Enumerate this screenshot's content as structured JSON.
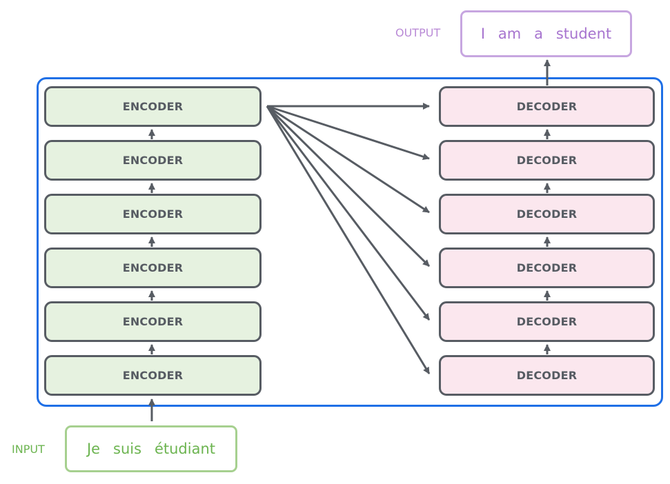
{
  "colors": {
    "container_border": "#1f6fe6",
    "encoder_fill": "#e6f2e0",
    "decoder_fill": "#fbe7ee",
    "box_border": "#575c63",
    "arrow": "#575c63",
    "input": "#6cb450",
    "output": "#a774cf"
  },
  "encoders": [
    {
      "label": "ENCODER"
    },
    {
      "label": "ENCODER"
    },
    {
      "label": "ENCODER"
    },
    {
      "label": "ENCODER"
    },
    {
      "label": "ENCODER"
    },
    {
      "label": "ENCODER"
    }
  ],
  "decoders": [
    {
      "label": "DECODER"
    },
    {
      "label": "DECODER"
    },
    {
      "label": "DECODER"
    },
    {
      "label": "DECODER"
    },
    {
      "label": "DECODER"
    },
    {
      "label": "DECODER"
    }
  ],
  "input": {
    "label": "INPUT",
    "tokens": [
      "Je",
      "suis",
      "étudiant"
    ]
  },
  "output": {
    "label": "OUTPUT",
    "tokens": [
      "I",
      "am",
      "a",
      "student"
    ]
  }
}
